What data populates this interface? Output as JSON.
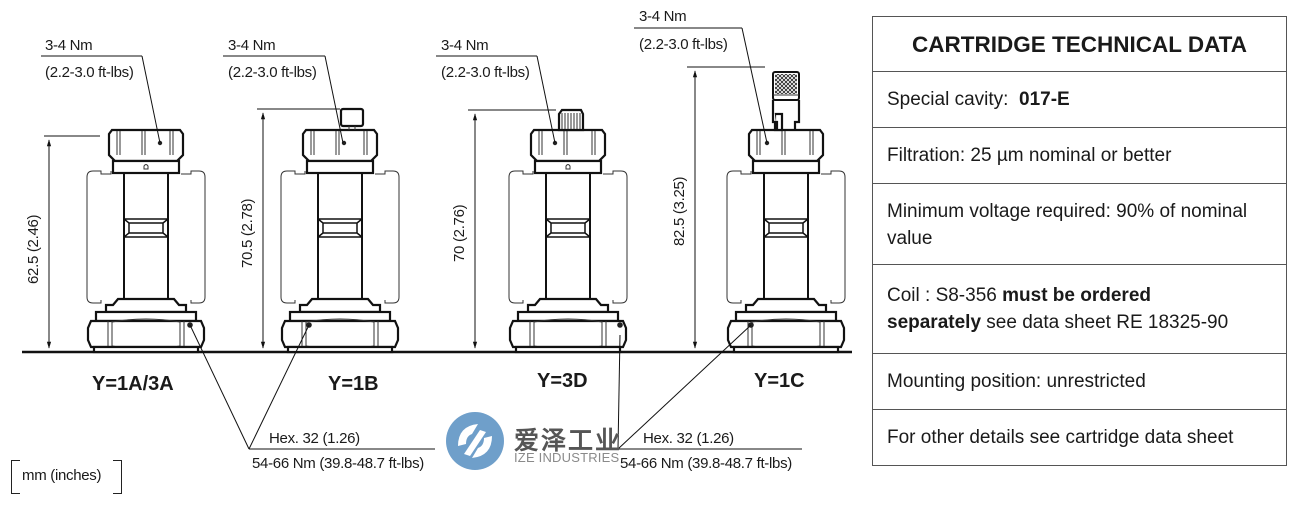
{
  "units_label": "mm  (inches)",
  "watermark": {
    "chinese": "爱泽工业",
    "english": "IZE INDUSTRIES",
    "logo_color": "#6f9fca"
  },
  "cartridges": [
    {
      "id": "Y=1A/3A",
      "label": "Y=1A/3A",
      "height_dim": "62.5 (2.46)",
      "top_torque": "3-4 Nm",
      "top_torque_imperial": "(2.2-3.0 ft-lbs)",
      "top_type": "none"
    },
    {
      "id": "Y=1B",
      "label": "Y=1B",
      "height_dim": "70.5 (2.78)",
      "top_torque": "3-4 Nm",
      "top_torque_imperial": "(2.2-3.0 ft-lbs)",
      "top_type": "knob"
    },
    {
      "id": "Y=3D",
      "label": "Y=3D",
      "height_dim": "70 (2.76)",
      "top_torque": "3-4 Nm",
      "top_torque_imperial": "(2.2-3.0 ft-lbs)",
      "top_type": "splined"
    },
    {
      "id": "Y=1C",
      "label": "Y=1C",
      "height_dim": "82.5 (3.25)",
      "top_torque": "3-4 Nm",
      "top_torque_imperial": "(2.2-3.0 ft-lbs)",
      "top_type": "knurled"
    }
  ],
  "hex_callouts": [
    {
      "hex": "Hex. 32 (1.26)",
      "torque": "54-66 Nm (39.8-48.7 ft-lbs)"
    },
    {
      "hex": "Hex. 32 (1.26)",
      "torque": "54-66 Nm (39.8-48.7 ft-lbs)"
    }
  ],
  "tech_table": {
    "title": "CARTRIDGE TECHNICAL DATA",
    "special_cavity_label": "Special cavity:",
    "special_cavity_value": "017-E",
    "filtration": "Filtration: 25 µm nominal or better",
    "min_voltage": "Minimum voltage required: 90% of nominal value",
    "coil_prefix": "Coil : S8-356 ",
    "coil_bold_1": "must be ordered",
    "coil_bold_2": "separately",
    "coil_suffix": " see data sheet RE 18325-90",
    "mounting": "Mounting position: unrestricted",
    "other_details": "For other details see cartridge data sheet"
  }
}
